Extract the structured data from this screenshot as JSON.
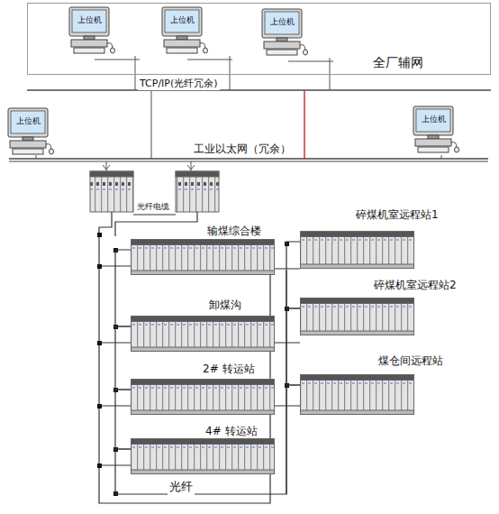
{
  "diagram": {
    "nodes": [
      {
        "text": [
          "全厂辅网"
        ]
      },
      {
        "text": [
          "上位机"
        ],
        "in": 0
      },
      {
        "text": [
          "上位机"
        ],
        "in": 0
      },
      {
        "text": [
          "上位机"
        ],
        "in": 0
      },
      {
        "text": [
          "上位机"
        ]
      },
      {
        "text": [
          "上位机"
        ]
      },
      {
        "text": [
          "输煤综合楼"
        ]
      },
      {
        "text": [
          "卸煤沟"
        ]
      },
      {
        "text": [
          "2# 转运站"
        ]
      },
      {
        "text": [
          "4# 转运站"
        ]
      },
      {
        "text": [
          "碎煤机室远程站1"
        ]
      },
      {
        "text": [
          "碎煤机室远程站2"
        ]
      },
      {
        "text": [
          "煤仓间远程站"
        ]
      }
    ],
    "edges": [
      {
        "from": 6,
        "to": 7,
        "arrow": "none"
      },
      {
        "from": 7,
        "to": 8,
        "arrow": "none"
      },
      {
        "from": 8,
        "to": 9,
        "arrow": "none"
      },
      {
        "from": 9,
        "to": 12,
        "arrow": "none"
      },
      {
        "from": 12,
        "to": 11,
        "arrow": "none"
      },
      {
        "from": 11,
        "to": 10,
        "arrow": "none"
      }
    ],
    "labels": [
      "TCP/IP(光纤冗余)",
      "工业以太网（冗余）",
      "光纤电缆",
      "光纤"
    ]
  }
}
